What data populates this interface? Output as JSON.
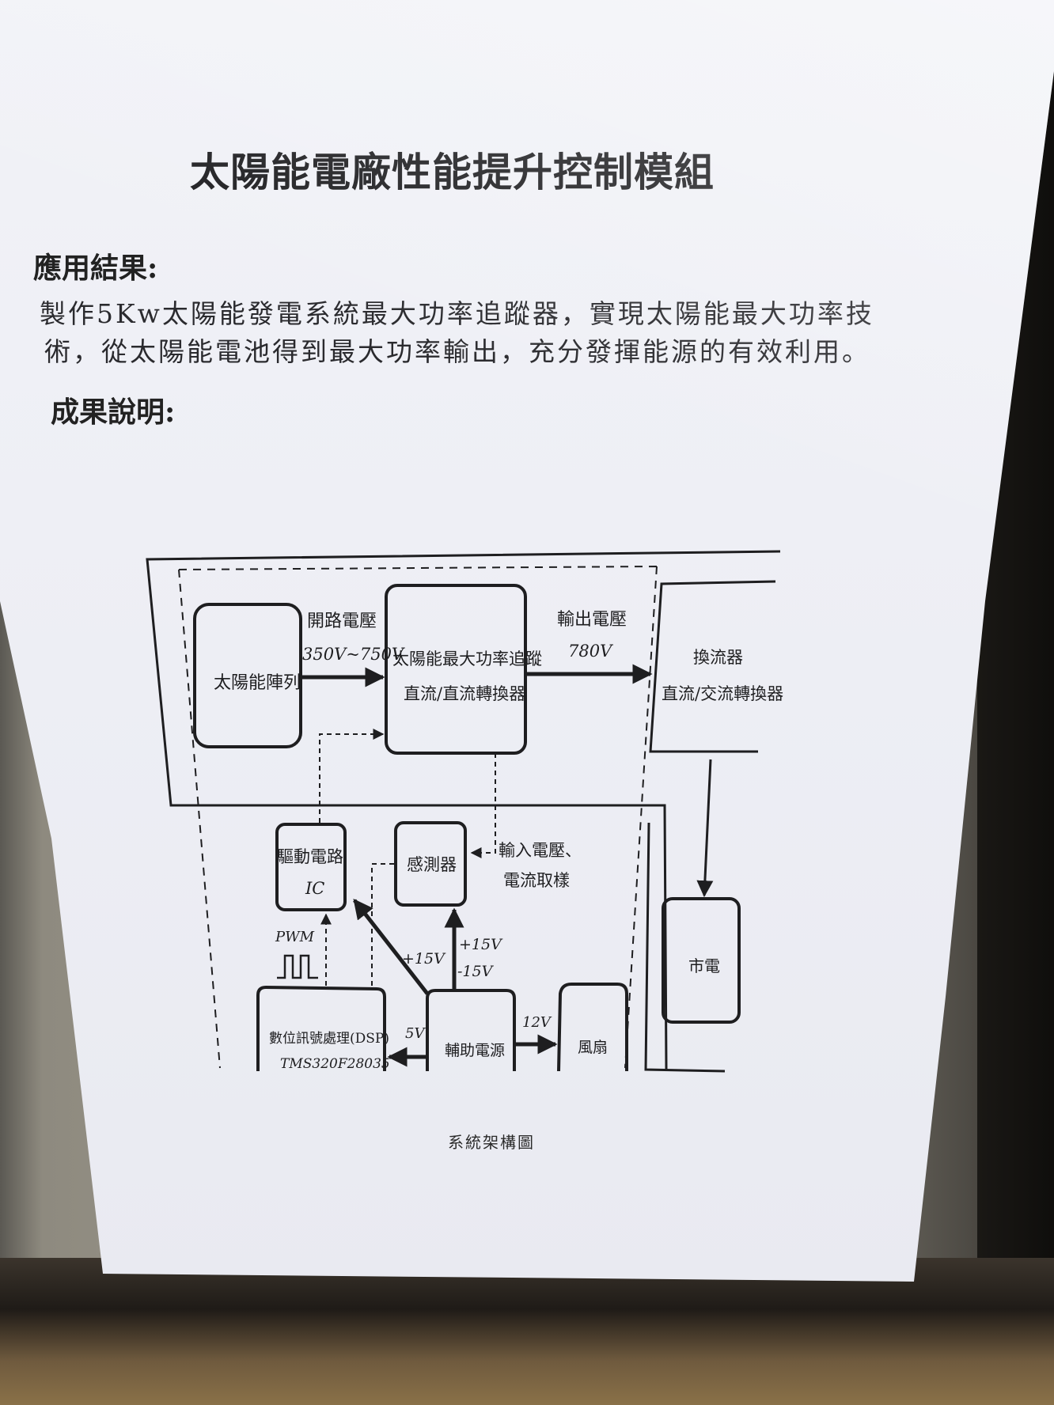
{
  "document": {
    "title": "太陽能電廠性能提升控制模組",
    "section1_heading": "應用結果:",
    "section1_lines": [
      "製作5Kw太陽能發電系統最大功率追蹤器，實現太陽能最大功率技",
      "術，從太陽能電池得到最大功率輸出，充分發揮能源的有效利用。"
    ],
    "section2_heading": "成果說明:",
    "caption": "系統架構圖"
  },
  "diagram": {
    "solar_array": "太陽能陣列",
    "open_voltage_label": "開路電壓",
    "open_voltage_range": "350V~750V",
    "mppt_line1": "太陽能最大功率追蹤",
    "mppt_line2": "直流/直流轉換器",
    "output_voltage_label": "輸出電壓",
    "output_voltage_value": "780V",
    "inverter_line1": "換流器",
    "inverter_line2": "直流/交流轉換器",
    "driver_line1": "驅動電路",
    "driver_line2": "IC",
    "sensor": "感測器",
    "sampling_line1": "輸入電壓、",
    "sampling_line2": "電流取樣",
    "pwm": "PWM",
    "plus15_a": "+15V",
    "plus15_b": "+15V",
    "minus15": "-15V",
    "five_v": "5V",
    "twelve_v": "12V",
    "dsp_line1": "數位訊號處理(DSP)",
    "dsp_line2": "TMS320F28035",
    "aux_power": "輔助電源",
    "fan": "風扇",
    "grid": "市電"
  }
}
